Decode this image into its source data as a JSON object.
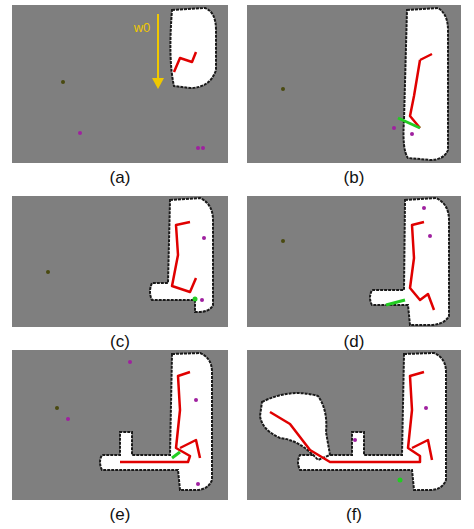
{
  "diagram": {
    "labels": [
      "w0",
      "(a)",
      "(b)",
      "(c)",
      "(d)",
      "(e)",
      "(f)"
    ]
  }
}
